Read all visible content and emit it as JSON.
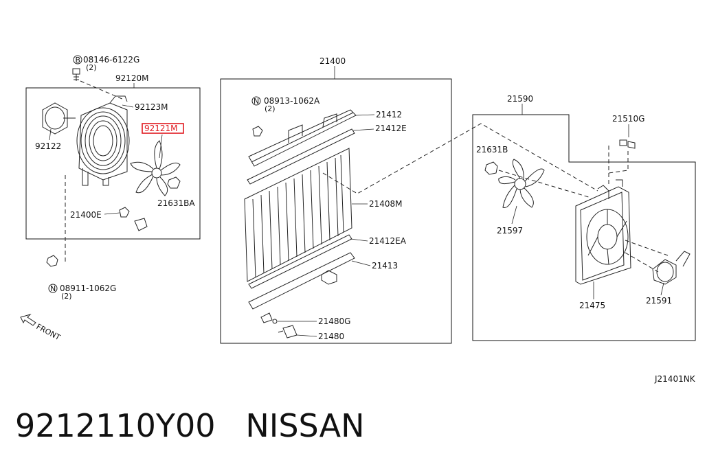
{
  "diagram": {
    "labels": {
      "p_08146": "08146-6122G",
      "p_08146_qty": "(2)",
      "p_92120M": "92120M",
      "p_92123M": "92123M",
      "p_92122": "92122",
      "p_92121M": "92121M",
      "p_21631BA": "21631BA",
      "p_21400E": "21400E",
      "p_08911": "08911-1062G",
      "p_08911_qty": "(2)",
      "front": "FRONT",
      "p_21400": "21400",
      "p_08913": "08913-1062A",
      "p_08913_qty": "(2)",
      "p_21412": "21412",
      "p_21412E": "21412E",
      "p_21408M": "21408M",
      "p_21412EA": "21412EA",
      "p_21413": "21413",
      "p_21480G": "21480G",
      "p_21480": "21480",
      "p_21590": "21590",
      "p_21510G": "21510G",
      "p_21631B": "21631B",
      "p_21597": "21597",
      "p_21475": "21475",
      "p_21591": "21591",
      "diagram_code": "J21401NK",
      "badge_b": "B",
      "badge_n": "N"
    },
    "highlight_color": "#e0191f"
  },
  "caption": {
    "part_number": "9212110Y00",
    "brand": "NISSAN"
  }
}
